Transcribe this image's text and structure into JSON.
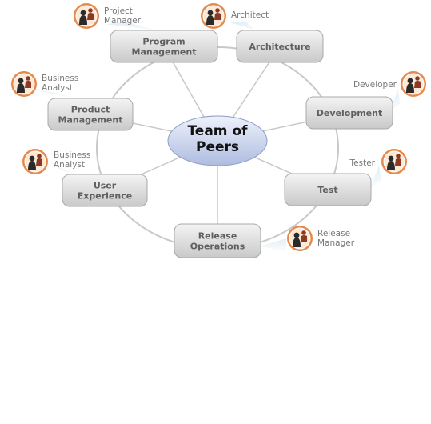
{
  "center": {
    "lines": [
      "Team of",
      "Peers"
    ]
  },
  "roles": [
    {
      "box": [
        "Program",
        "Management"
      ],
      "role": [
        "Project",
        "Manager"
      ]
    },
    {
      "box": [
        "Architecture"
      ],
      "role": [
        "Architect"
      ]
    },
    {
      "box": [
        "Development"
      ],
      "role": [
        "Developer"
      ]
    },
    {
      "box": [
        "Test"
      ],
      "role": [
        "Tester"
      ]
    },
    {
      "box": [
        "Release",
        "Operations"
      ],
      "role": [
        "Release",
        "Manager"
      ]
    },
    {
      "box": [
        "User",
        "Experience"
      ],
      "role": [
        "Business",
        "Analyst"
      ]
    },
    {
      "box": [
        "Product",
        "Management"
      ],
      "role": [
        "Business",
        "Analyst"
      ]
    }
  ],
  "colors": {
    "ring": "#c8c8c8",
    "spoke": "#c8c8c8",
    "box_fill_top": "#f4f4f4",
    "box_fill_bottom": "#c9c9c9",
    "box_border": "#a8a8a8",
    "center_fill_top": "#eef2fb",
    "center_fill_bottom": "#aebce0",
    "center_border": "#8d9cc4",
    "icon_ring": "#e58a4e",
    "icon_fill": "#fde9d6",
    "callout": "#dfeef6"
  },
  "icons": {
    "person": "people-icon"
  }
}
